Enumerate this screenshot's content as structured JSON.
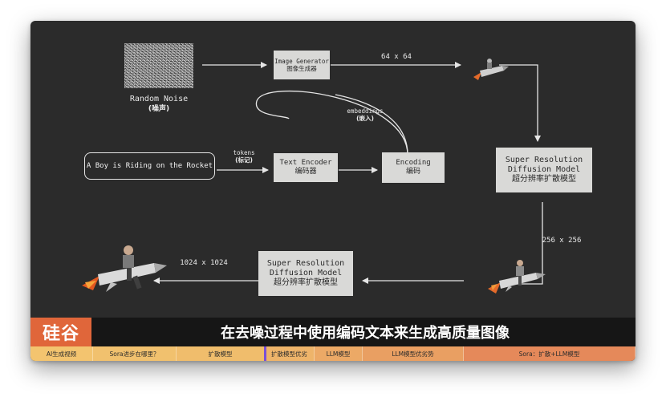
{
  "diagram": {
    "noise_label": "Random Noise",
    "noise_label_cn": "(噪声)",
    "image_generator": {
      "en": "Image Generator",
      "cn": "图像生成器"
    },
    "label_64": "64 x 64",
    "embeddings_label": "embeddings",
    "embeddings_label_cn": "(嵌入)",
    "prompt_text": "A Boy is Riding on the Rocket",
    "tokens_label": "tokens",
    "tokens_label_cn": "(标记)",
    "text_encoder": {
      "en": "Text Encoder",
      "cn": "编码器"
    },
    "encoding": {
      "en": "Encoding",
      "cn": "编码"
    },
    "sr_top": {
      "en1": "Super Resolution",
      "en2": "Diffusion Model",
      "cn": "超分辨率扩散模型"
    },
    "sr_bottom": {
      "en1": "Super Resolution",
      "en2": "Diffusion Model",
      "cn": "超分辨率扩散模型"
    },
    "label_256": "256 x 256",
    "label_1024": "1024 x 1024"
  },
  "brand": {
    "logo_text": "硅谷",
    "subtitle": "在去噪过程中使用编码文本来生成高质量图像"
  },
  "chapters": [
    {
      "label": "AI生成视频",
      "color": "#f3c46f",
      "width": 78
    },
    {
      "label": "Sora进步在哪里？",
      "color": "#f1c16e",
      "width": 104
    },
    {
      "label": "扩散模型",
      "color": "#f0bd6c",
      "width": 110
    },
    {
      "label": "扩散模型优劣",
      "color": "#eeb46a",
      "width": 62
    },
    {
      "label": "LLM模型",
      "color": "#eca966",
      "width": 60
    },
    {
      "label": "LLM模型优劣势",
      "color": "#e99f62",
      "width": 126
    },
    {
      "label": "Sora：扩散+LLM模型",
      "color": "#e5895a",
      "width": 214
    }
  ],
  "colors": {
    "background": "#2b2b2b",
    "box": "#d9d9d7",
    "arrow": "#e6e6e6",
    "logo": "#e0663a",
    "playhead": "#7a4fd8"
  }
}
